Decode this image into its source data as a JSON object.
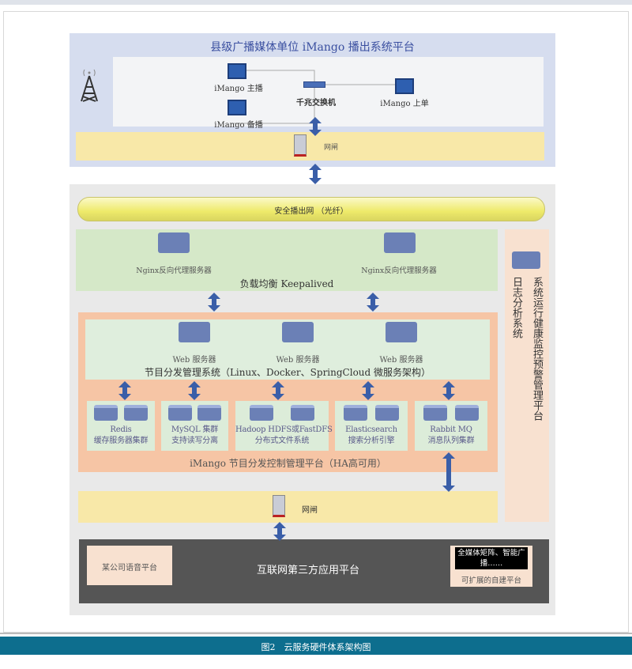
{
  "top_platform": {
    "title": "县级广播媒体单位 iMango 播出系统平台",
    "main": "iMango 主播",
    "backup": "iMango 备播",
    "switch": "千兆交换机",
    "upload": "iMango 上单",
    "gateway": "网闸"
  },
  "network": {
    "fiber": "安全播出网 （光纤）"
  },
  "load_balance": {
    "left_server": "Nginx反向代理服务器",
    "right_server": "Nginx反向代理服务器",
    "title": "负载均衡  Keepalived"
  },
  "web": {
    "servers": [
      "Web 服务器",
      "Web 服务器",
      "Web 服务器"
    ],
    "title": "节目分发管理系统（Linux、Docker、SpringCloud 微服务架构）"
  },
  "clusters": [
    {
      "line1": "Redis",
      "line2": "缓存服务器集群"
    },
    {
      "line1": "MySQL 集群",
      "line2": "支持读写分离"
    },
    {
      "line1": "Hadoop HDFS或FastDFS",
      "line2": "分布式文件系统"
    },
    {
      "line1": "Elasticsearch",
      "line2": "搜索分析引擎"
    },
    {
      "line1": "Rabbit MQ",
      "line2": "消息队列集群"
    }
  ],
  "control_platform": {
    "title": "iMango 节目分发控制管理平台（HA高可用）"
  },
  "side": {
    "monitor": "系统运行健康监控预警管理平台",
    "log": "日志分析系统"
  },
  "gateway2": "网闸",
  "internet": {
    "title": "互联网第三方应用平台",
    "left": "某公司语音平台",
    "right_black": "全媒体矩阵、智能广播……",
    "right_label": "可扩展的自建平台"
  },
  "caption": "图2　云服务硬件体系架构图",
  "colors": {
    "top_bg": "#d6ddef",
    "yellow": "#f8e8a8",
    "green": "#d5e8c8",
    "orange": "#f6c5a5",
    "peach": "#f8e1d0",
    "dark": "#555555",
    "caption_bar": "#0d6e8e",
    "arrow": "#3a5ea8"
  }
}
